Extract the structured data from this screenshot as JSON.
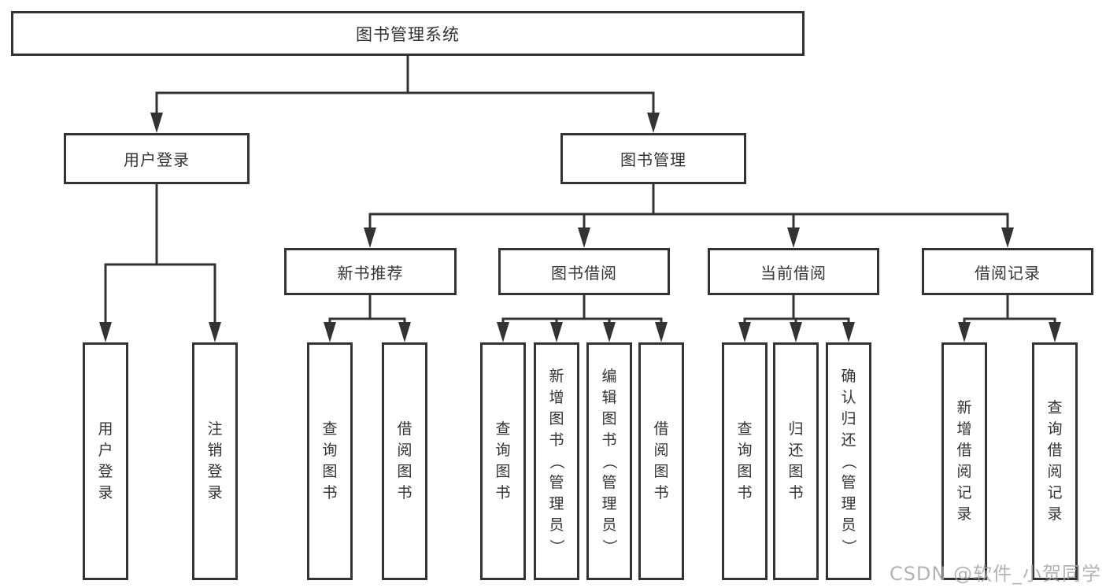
{
  "watermark": "CSDN @软件_小贺同学",
  "colors": {
    "line": "#333333",
    "box_border": "#333333",
    "text": "#333333",
    "watermark": "#a6a6a6",
    "background": "#ffffff"
  },
  "tree": {
    "label": "图书管理系统",
    "children": [
      {
        "label": "用户登录",
        "children": [
          {
            "label": "用户登录"
          },
          {
            "label": "注销登录"
          }
        ]
      },
      {
        "label": "图书管理",
        "children": [
          {
            "label": "新书推荐",
            "children": [
              {
                "label": "查询图书"
              },
              {
                "label": "借阅图书"
              }
            ]
          },
          {
            "label": "图书借阅",
            "children": [
              {
                "label": "查询图书"
              },
              {
                "label": "新增图书（管理员）"
              },
              {
                "label": "编辑图书（管理员）"
              },
              {
                "label": "借阅图书"
              }
            ]
          },
          {
            "label": "当前借阅",
            "children": [
              {
                "label": "查询图书"
              },
              {
                "label": "归还图书"
              },
              {
                "label": "确认归还（管理员）"
              }
            ]
          },
          {
            "label": "借阅记录",
            "children": [
              {
                "label": "新增借阅记录"
              },
              {
                "label": "查询借阅记录"
              }
            ]
          }
        ]
      }
    ]
  }
}
